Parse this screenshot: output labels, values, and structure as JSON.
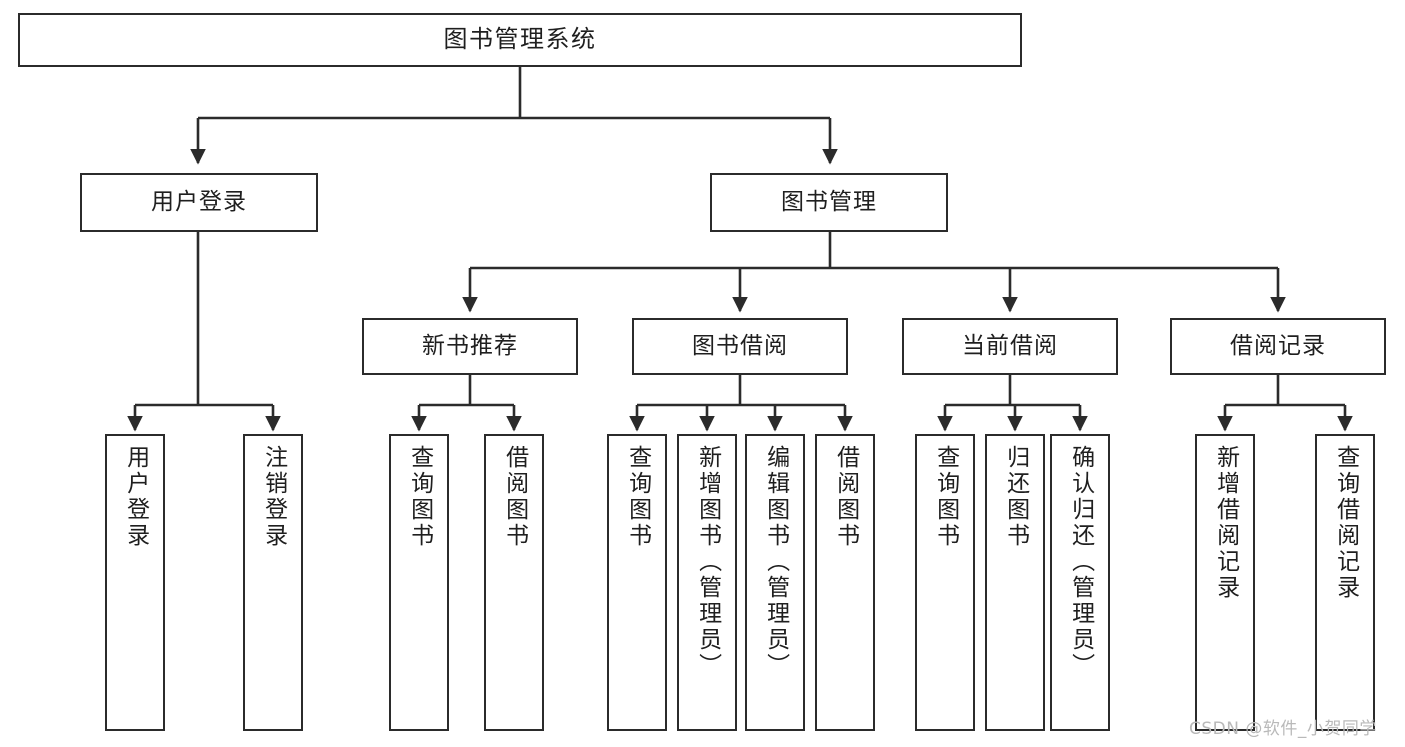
{
  "diagram": {
    "title": "图书管理系统",
    "watermark": "CSDN @软件_小贺同学",
    "orientation": "top-down",
    "edge_color": "#2b2b2b",
    "node_border_color": "#2b2b2b",
    "node_fill_color": "#ffffff",
    "watermark_color": "#b9b9b9"
  },
  "nodes": {
    "root": {
      "label": "图书管理系统"
    },
    "level2": [
      {
        "label": "用户登录"
      },
      {
        "label": "图书管理"
      }
    ],
    "level3": [
      {
        "label": "新书推荐"
      },
      {
        "label": "图书借阅"
      },
      {
        "label": "当前借阅"
      },
      {
        "label": "借阅记录"
      }
    ],
    "leaves": {
      "user_login": [
        {
          "label": "用户登录"
        },
        {
          "label": "注销登录"
        }
      ],
      "new_book_recommend": [
        {
          "label": "查询图书"
        },
        {
          "label": "借阅图书"
        }
      ],
      "book_borrow": [
        {
          "label": "查询图书"
        },
        {
          "label": "新增图书（管理员）"
        },
        {
          "label": "编辑图书（管理员）"
        },
        {
          "label": "借阅图书"
        }
      ],
      "current_borrow": [
        {
          "label": "查询图书"
        },
        {
          "label": "归还图书"
        },
        {
          "label": "确认归还（管理员）"
        }
      ],
      "borrow_record": [
        {
          "label": "新增借阅记录"
        },
        {
          "label": "查询借阅记录"
        }
      ]
    }
  }
}
